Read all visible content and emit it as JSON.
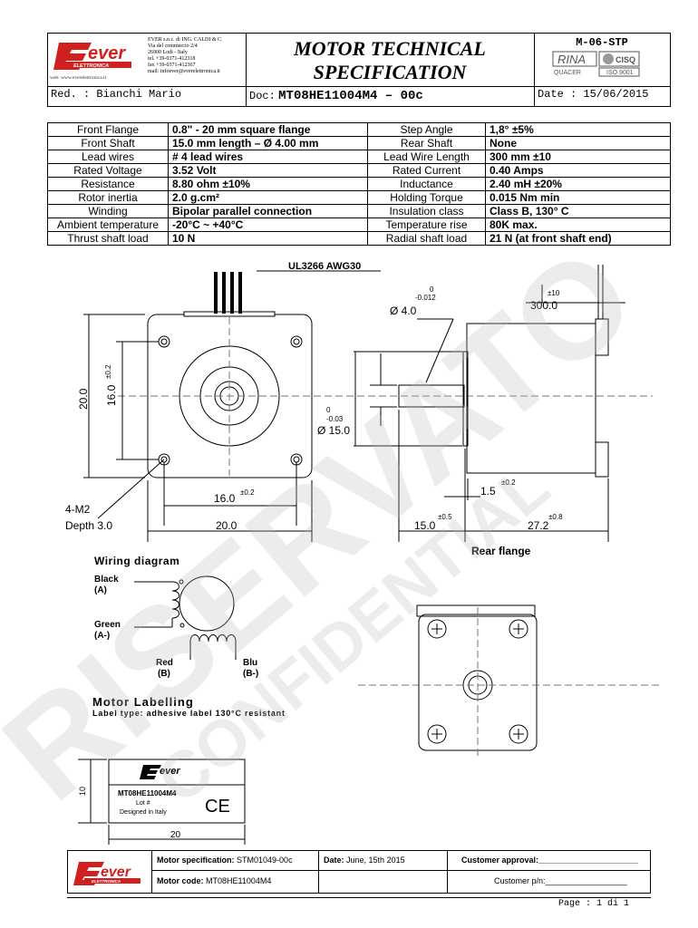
{
  "header": {
    "company_lines": [
      "EVER s.n.c. di ING. CALDI & C.",
      "Via del commercio 2/4",
      "26900 Lodi - Italy",
      "tel. +39-0371-412318",
      "fax +39-0371-412367",
      "mail: infoever@everelettronica.it"
    ],
    "web": "web: www.everelettronica.it",
    "logo_text": "ever",
    "logo_sub": "ELETTRONICA",
    "title_line1": "MOTOR TECHNICAL",
    "title_line2": "SPECIFICATION",
    "code": "M-06-STP",
    "cert1": "RINA",
    "cert2": "CISQ",
    "cert_sub1": "QUACER",
    "cert_sub2": "ISO 9001",
    "red_label": "Red. : Bianchi Mario",
    "doc_prefix": "Doc:",
    "doc_value": "MT08HE11004M4 – 00c",
    "date_label": "Date : 15/06/2015"
  },
  "specs": [
    {
      "l1": "Front Flange",
      "v1": "0.8\" - 20 mm  square flange",
      "l2": "Step Angle",
      "v2": "1,8° ±5%"
    },
    {
      "l1": "Front Shaft",
      "v1": "15.0 mm length – Ø 4.00 mm",
      "l2": "Rear Shaft",
      "v2": "None"
    },
    {
      "l1": "Lead wires",
      "v1": "# 4 lead wires",
      "l2": "Lead Wire Length",
      "v2": "300 mm ±10"
    },
    {
      "l1": "Rated Voltage",
      "v1": "3.52 Volt",
      "l2": "Rated Current",
      "v2": "0.40 Amps"
    },
    {
      "l1": "Resistance",
      "v1": "8.80 ohm ±10%",
      "l2": "Inductance",
      "v2": "2.40 mH ±20%"
    },
    {
      "l1": "Rotor inertia",
      "v1": "2.0 g.cm²",
      "l2": "Holding Torque",
      "v2": "0.015 Nm min"
    },
    {
      "l1": "Winding",
      "v1": "Bipolar parallel connection",
      "l2": "Insulation class",
      "v2": "Class B, 130° C"
    },
    {
      "l1": "Ambient temperature",
      "v1": "-20°C ~ +40°C",
      "l2": "Temperature rise",
      "v2": "80K max."
    },
    {
      "l1": "Thrust shaft load",
      "v1": "10 N",
      "l2": "Radial shaft load",
      "v2": "21 N (at front shaft end)"
    }
  ],
  "drawing": {
    "cable": "UL3266  AWG30",
    "tol_0": "0",
    "tol_shaft": "-0.012",
    "shaft_dia": "Ø 4.0",
    "tol_10": "±10",
    "lead_len": "300.0",
    "dim_20v": "20.0",
    "dim_16v": "16.0",
    "tol_02": "±0.2",
    "tol_boss": "-0.03",
    "boss_dia": "Ø 15.0",
    "flange_thk": "1.5",
    "dim_16h": "16.0",
    "m2": "4-M2",
    "depth": "Depth 3.0",
    "dim_20h": "20.0",
    "tol_05": "±0.5",
    "shaft_len": "15.0",
    "tol_08": "±0.8",
    "body_len": "27.2",
    "rear_flange": "Rear flange"
  },
  "wiring": {
    "title": "Wiring diagram",
    "black": "Black",
    "a": "(A)",
    "green": "Green",
    "a_neg": "(A-)",
    "red": "Red",
    "b": "(B)",
    "blu": "Blu",
    "b_neg": "(B-)"
  },
  "labelling": {
    "title": "Motor Labelling",
    "subtitle": "Label type: adhesive label  130°C resistant",
    "part": "MT08HE11004M4",
    "lot": "Lot #",
    "made": "Designed in Italy",
    "ce": "CE",
    "h": "10",
    "w": "20"
  },
  "watermark": {
    "line1": "RISERVATO",
    "line2": "CONFIDENTIAL"
  },
  "footer": {
    "spec_label": "Motor specification:",
    "spec_value": "STM01049-00c",
    "date_label": "Date:",
    "date_value": "June, 15th 2015",
    "approval": "Customer approval:______________________",
    "code_label": "Motor code:",
    "code_value": "MT08HE11004M4",
    "customer_pn": "Customer p/n:__________________",
    "page": "Page : 1   di  1"
  }
}
